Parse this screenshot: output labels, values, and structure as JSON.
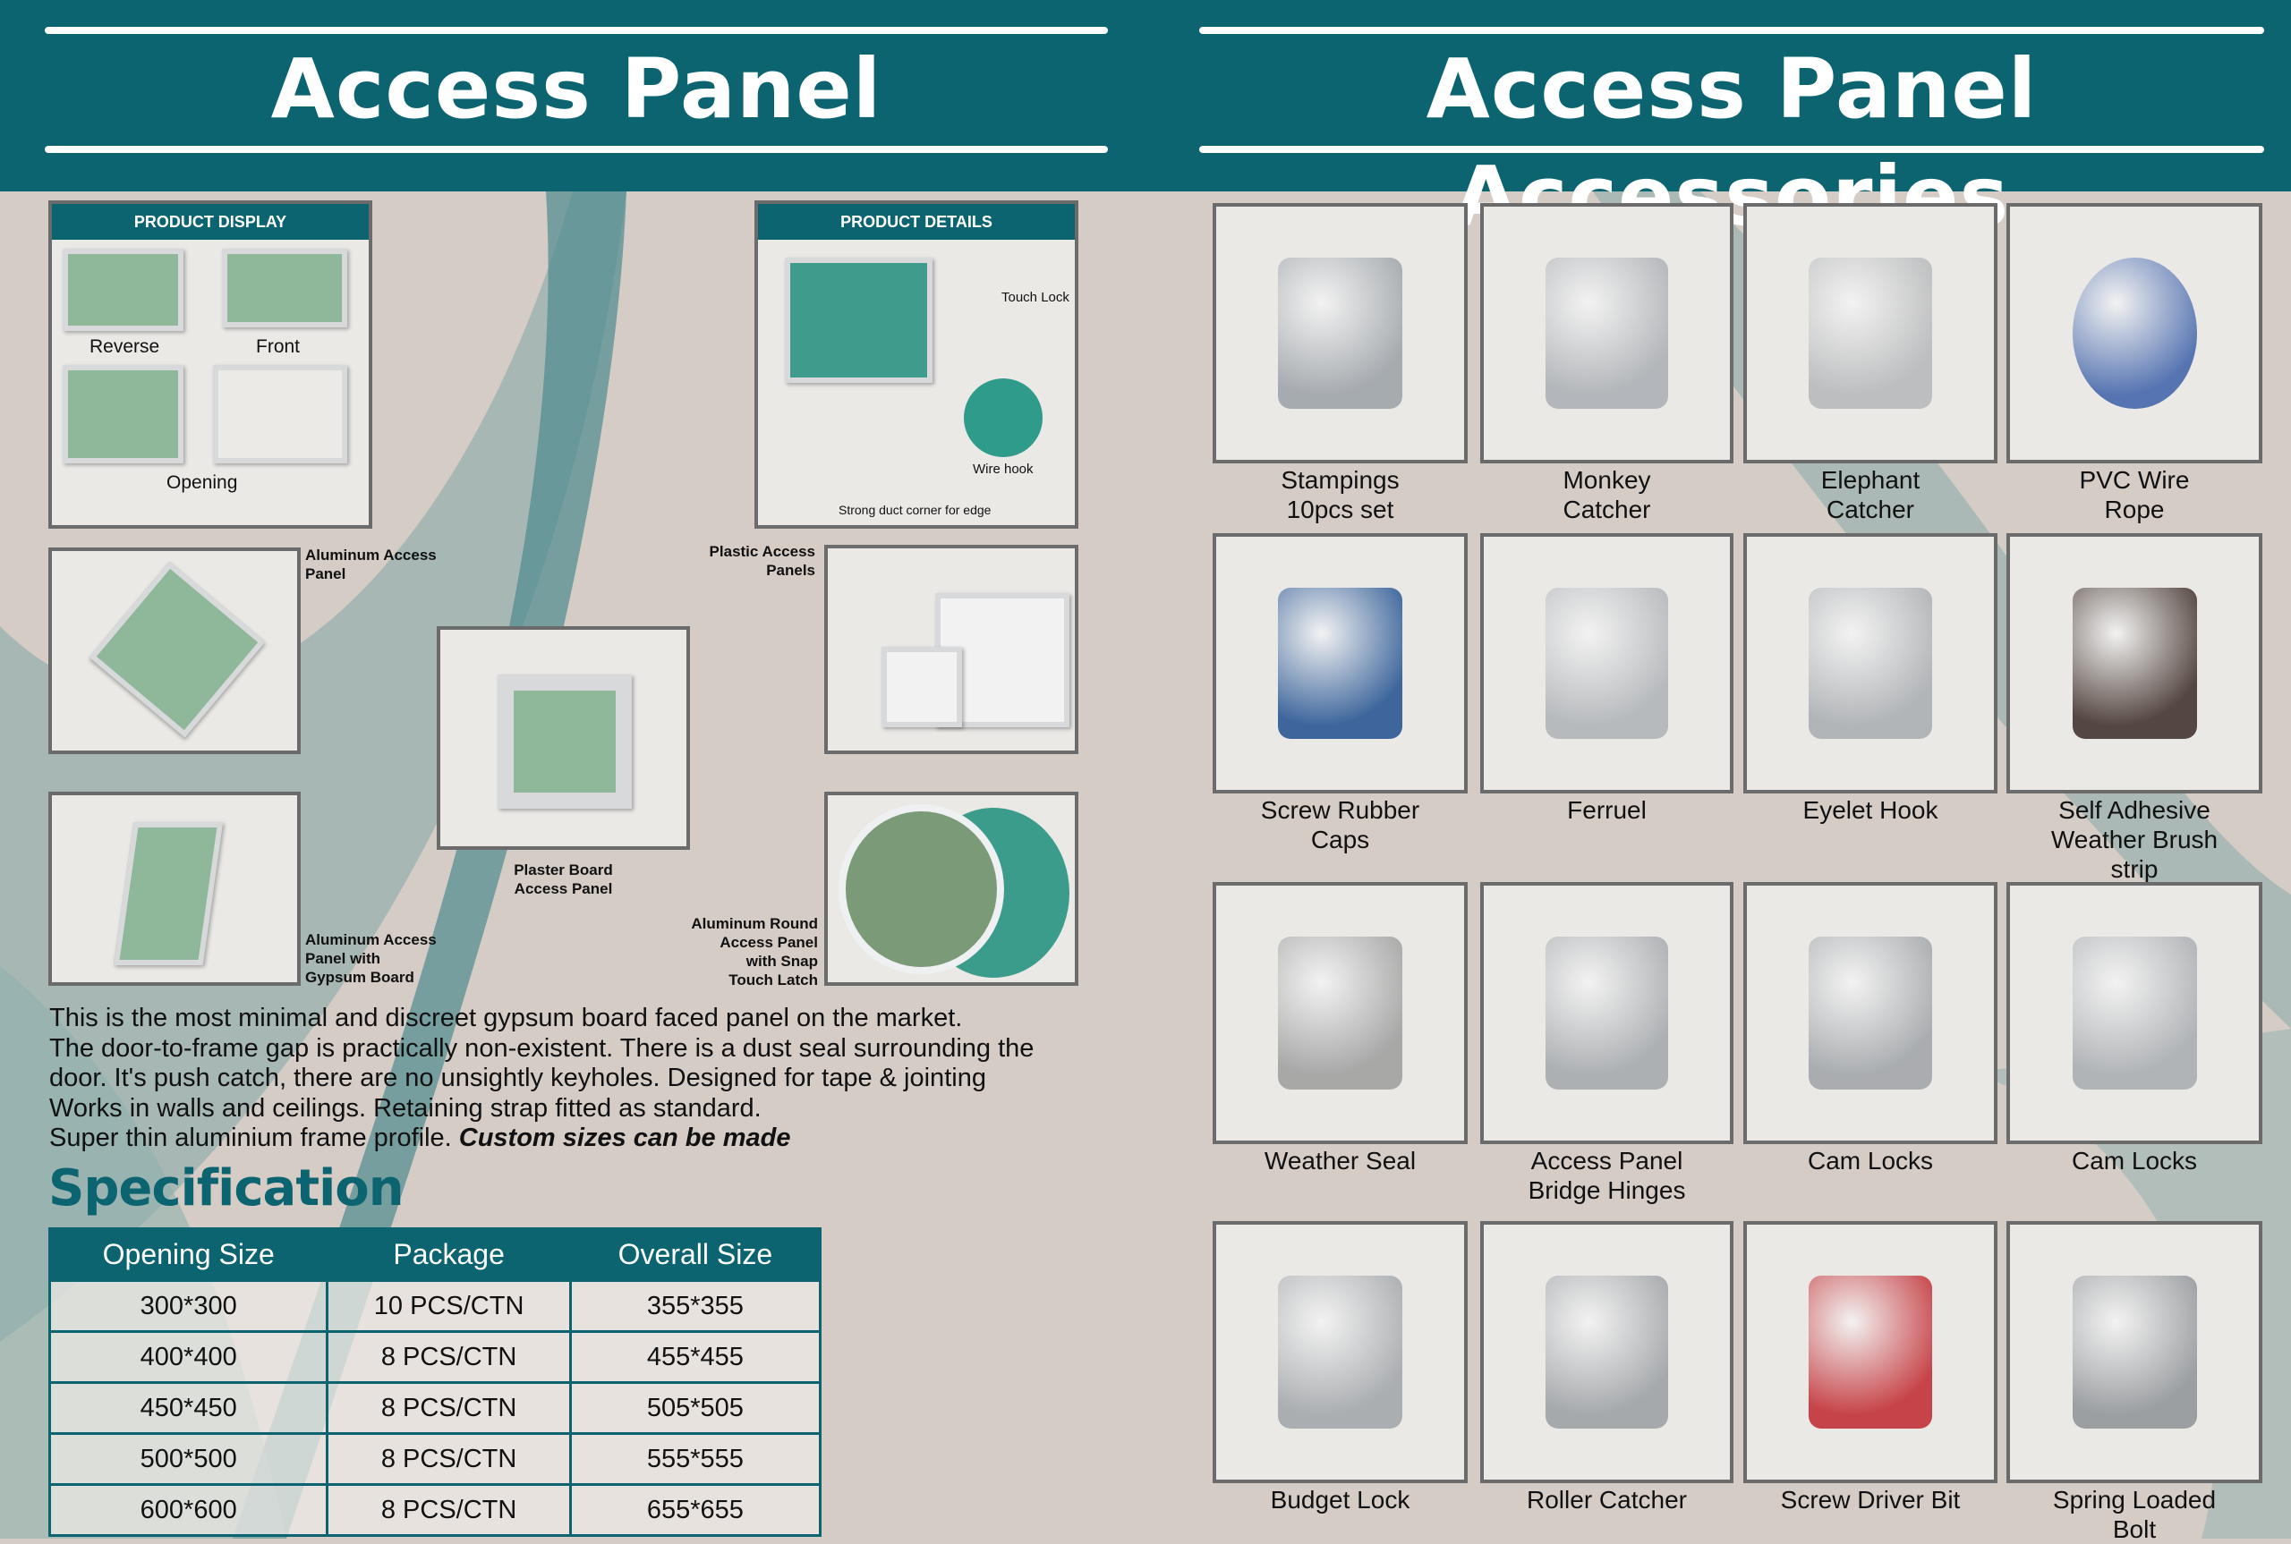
{
  "left": {
    "title": "Access Panel",
    "product_display": {
      "heading": "PRODUCT DISPLAY",
      "labels": [
        "Reverse",
        "Front",
        "Opening"
      ]
    },
    "product_details": {
      "heading": "PRODUCT DETAILS",
      "labels": [
        "Touch Lock",
        "Wire hook",
        "Strong duct corner for edge"
      ]
    },
    "captions": {
      "aluminum": "Aluminum Access\nPanel",
      "plastic": "Plastic Access\nPanels",
      "plaster": "Plaster Board\nAccess Panel",
      "gypsum": "Aluminum Access\nPanel with\nGypsum Board",
      "round": "Aluminum Round\nAccess Panel\nwith Snap\nTouch Latch"
    },
    "description": [
      "This is the most minimal and discreet gypsum board faced panel on the market.",
      "The door-to-frame gap is practically non-existent. There is a dust seal surrounding the",
      "door. It's push catch, there are no unsightly keyholes. Designed for tape & jointing",
      "Works in walls and ceilings. Retaining strap fitted as standard.",
      "Super thin aluminium frame profile. "
    ],
    "description_emphasis": "Custom sizes can be made",
    "spec_title": "Specification",
    "spec_table": {
      "headers": [
        "Opening Size",
        "Package",
        "Overall Size"
      ],
      "rows": [
        [
          "300*300",
          "10 PCS/CTN",
          "355*355"
        ],
        [
          "400*400",
          "8 PCS/CTN",
          "455*455"
        ],
        [
          "450*450",
          "8 PCS/CTN",
          "505*505"
        ],
        [
          "500*500",
          "8 PCS/CTN",
          "555*555"
        ],
        [
          "600*600",
          "8 PCS/CTN",
          "655*655"
        ]
      ]
    }
  },
  "right": {
    "title": "Access Panel Accessories",
    "items": [
      {
        "label": "Stampings\n10pcs set"
      },
      {
        "label": "Monkey\nCatcher"
      },
      {
        "label": "Elephant\nCatcher"
      },
      {
        "label": "PVC Wire\nRope"
      },
      {
        "label": "Screw Rubber\nCaps"
      },
      {
        "label": "Ferruel"
      },
      {
        "label": "Eyelet Hook"
      },
      {
        "label": "Self Adhesive\nWeather Brush\nstrip"
      },
      {
        "label": "Weather Seal"
      },
      {
        "label": "Access Panel\nBridge Hinges"
      },
      {
        "label": "Cam Locks"
      },
      {
        "label": "Cam Locks"
      },
      {
        "label": "Budget Lock"
      },
      {
        "label": "Roller Catcher"
      },
      {
        "label": "Screw Driver Bit"
      },
      {
        "label": "Spring Loaded\nBolt"
      }
    ]
  },
  "colors": {
    "teal": "#0c6470",
    "background": "#d5ccc5"
  }
}
